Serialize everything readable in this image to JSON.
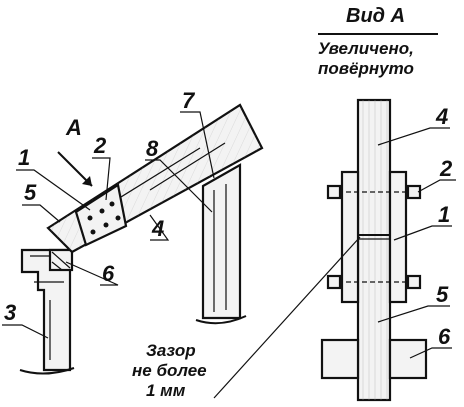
{
  "view_title": "Вид А",
  "view_subtitle_1": "Увеличено,",
  "view_subtitle_2": "повёрнуто",
  "view_arrow_label": "А",
  "gap_note": [
    "Зазор",
    "не более",
    "1 мм"
  ],
  "left_labels": {
    "n1": "1",
    "n2": "2",
    "n3": "3",
    "n4": "4",
    "n5": "5",
    "n6": "6",
    "n7": "7",
    "n8": "8"
  },
  "right_labels": {
    "n1": "1",
    "n2": "2",
    "n4": "4",
    "n5": "5",
    "n6": "6"
  }
}
